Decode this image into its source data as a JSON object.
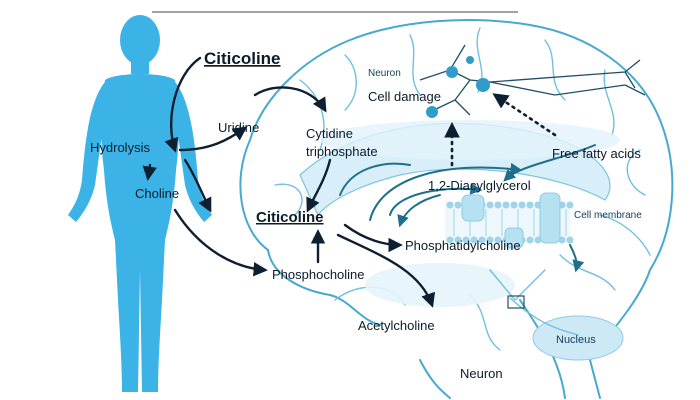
{
  "labels": {
    "citicoline_top": "Citicoline",
    "hydrolysis": "Hydrolysis",
    "uridine": "Uridine",
    "cytidine_triphosphate_line1": "Cytidine",
    "cytidine_triphosphate_line2": "triphosphate",
    "choline": "Choline",
    "citicoline_mid": "Citicoline",
    "phosphocholine": "Phosphocholine",
    "acetylcholine": "Acetylcholine",
    "phosphatidylcholine": "Phosphatidylcholine",
    "diacylglycerol": "1,2-Diacylglycerol",
    "free_fatty_acids": "Free fatty acids",
    "cell_damage": "Cell damage",
    "neuron_top": "Neuron",
    "cell_membrane": "Cell membrane",
    "nucleus": "Nucleus",
    "neuron_bottom": "Neuron"
  },
  "colors": {
    "body": "#3bb3e6",
    "brain_line": "#48a9cf",
    "arrow": "#0d1f30",
    "membrane": "#9fd4ea"
  }
}
